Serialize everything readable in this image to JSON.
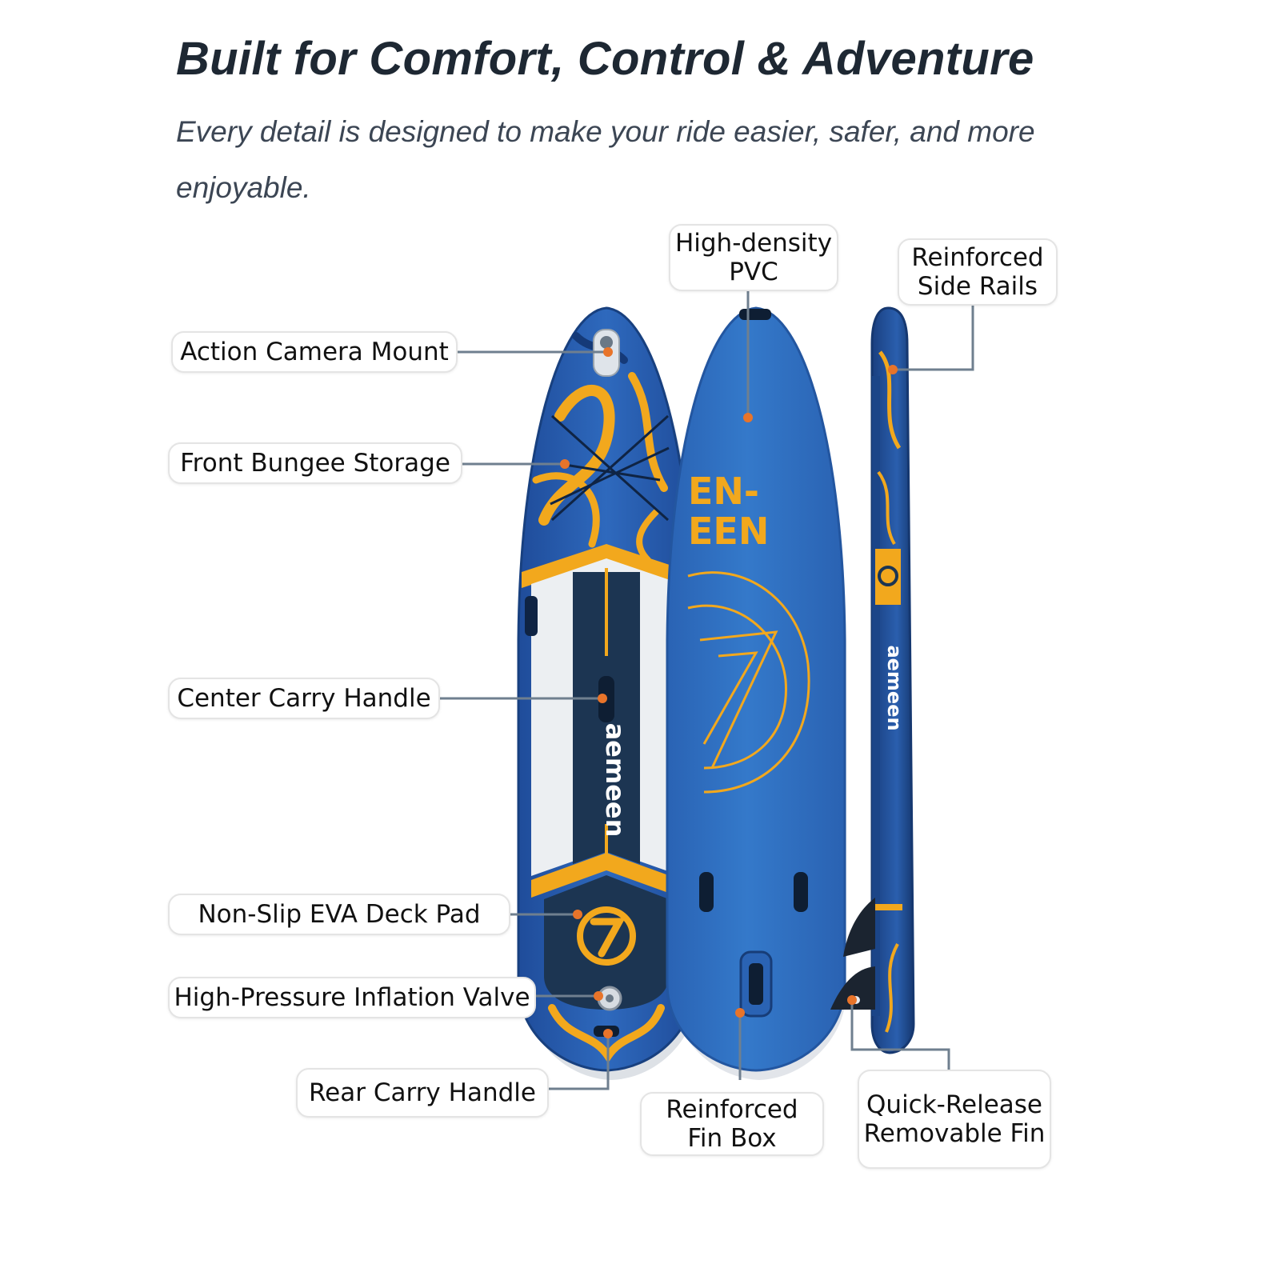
{
  "header": {
    "title": "Built for Comfort, Control & Adventure",
    "subtitle": "Every detail is designed to make your ride easier, safer, and more enjoyable."
  },
  "callouts": {
    "action_camera_mount": "Action Camera Mount",
    "front_bungee_storage": "Front Bungee Storage",
    "center_carry_handle": "Center Carry Handle",
    "non_slip_eva_deck_pad": "Non-Slip EVA Deck Pad",
    "high_pressure_inflation_valve": "High-Pressure Inflation Valve",
    "rear_carry_handle": "Rear Carry Handle",
    "high_density_pvc_line1": "High-density",
    "high_density_pvc_line2": "PVC",
    "reinforced_side_rails_line1": "Reinforced",
    "reinforced_side_rails_line2": "Side Rails",
    "reinforced_fin_box_line1": "Reinforced",
    "reinforced_fin_box_line2": "Fin Box",
    "quick_release_fin_line1": "Quick-Release",
    "quick_release_fin_line2": "Removable Fin"
  },
  "board_print": {
    "brand_deck": "aemeen",
    "brand_bottom_line1": "EN-",
    "brand_bottom_line2": "EEN",
    "brand_side": "aemeen"
  },
  "colors": {
    "board_blue": "#2f6fc0",
    "board_dark_blue": "#1f4c9a",
    "navy": "#1c3552",
    "accent_orange": "#f2a81d",
    "leader_line": "#6f7f8f",
    "marker_dot": "#e8742a"
  }
}
